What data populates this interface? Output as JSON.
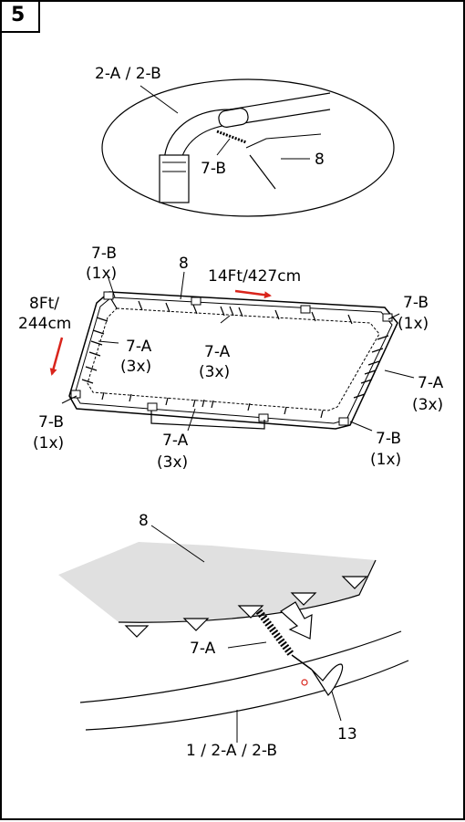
{
  "step": {
    "number": "5"
  },
  "panel_top": {
    "label_frame": "2-A / 2-B",
    "label_spring": "7-B",
    "label_mat": "8"
  },
  "panel_middle": {
    "label_mat": "8",
    "label_length": "14Ft/427cm",
    "label_width_line1": "8Ft/",
    "label_width_line2": "244cm",
    "callouts": [
      {
        "part": "7-B",
        "qty": "(1x)"
      },
      {
        "part": "7-B",
        "qty": "(1x)"
      },
      {
        "part": "7-A",
        "qty": "(3x)"
      },
      {
        "part": "7-A",
        "qty": "(3x)"
      },
      {
        "part": "7-A",
        "qty": "(3x)"
      },
      {
        "part": "7-B",
        "qty": "(1x)"
      },
      {
        "part": "7-A",
        "qty": "(3x)"
      },
      {
        "part": "7-B",
        "qty": "(1x)"
      }
    ]
  },
  "panel_bottom": {
    "label_mat": "8",
    "label_spring": "7-A",
    "label_tool": "13",
    "label_frame": "1 / 2-A / 2-B"
  },
  "colors": {
    "arrow_red": "#d9251c",
    "mat_gray": "#e0e0e0",
    "ink": "#000000"
  }
}
